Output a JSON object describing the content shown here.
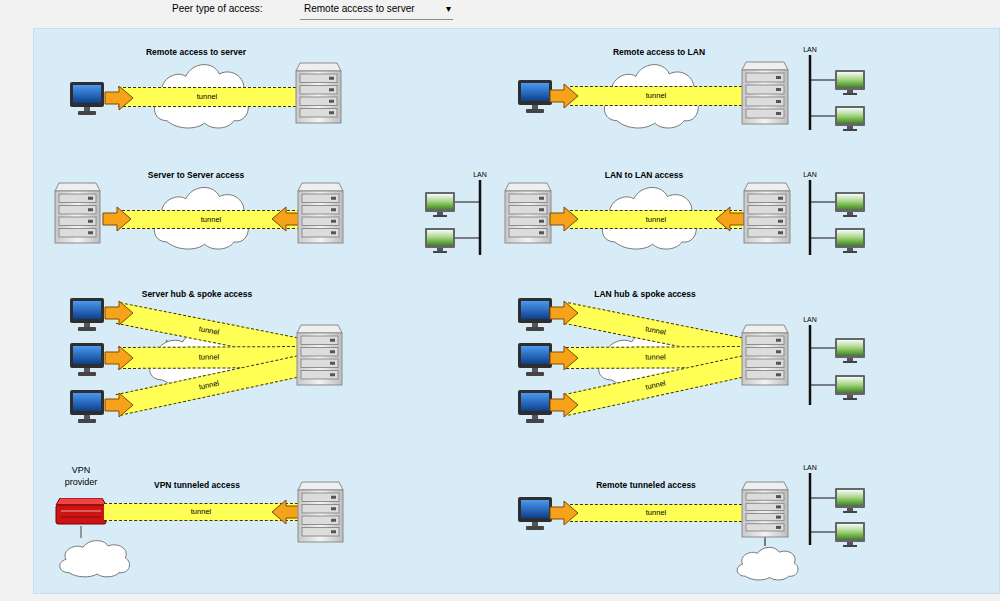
{
  "diagram": {
    "nodes": [
      {
        "text": [
          "Remote access to server",
          "▾"
        ]
      },
      {
        "text": [
          "Internet"
        ]
      },
      {
        "text": [
          "tunnel"
        ]
      },
      {
        "text": [
          "Internet"
        ]
      },
      {
        "text": [
          "tunnel"
        ]
      },
      {
        "text": [
          "Internet"
        ]
      },
      {
        "text": [
          "tunnel"
        ]
      },
      {
        "text": [
          "Internet"
        ]
      },
      {
        "text": [
          "tunnel"
        ]
      },
      {
        "text": [
          "Internet"
        ]
      },
      {
        "text": [
          "tunnel"
        ]
      },
      {
        "text": [
          "tunnel"
        ]
      },
      {
        "text": [
          "tunnel"
        ]
      },
      {
        "text": [
          "Internet"
        ]
      },
      {
        "text": [
          "tunnel"
        ]
      },
      {
        "text": [
          "tunnel"
        ]
      },
      {
        "text": [
          "tunnel"
        ]
      },
      {
        "text": [
          "VPN provider"
        ]
      },
      {
        "text": [
          "tunnel"
        ]
      },
      {
        "text": [
          "Internet"
        ]
      },
      {
        "text": [
          "tunnel"
        ]
      },
      {
        "text": [
          "Internet"
        ]
      }
    ],
    "edges": [
      {
        "from": 17,
        "to": 19,
        "arrow": "none"
      }
    ],
    "labels": [
      "Peer type of access:",
      "Remote access to server",
      "Remote access to LAN",
      "LAN",
      "Server to Server access",
      "LAN",
      "LAN to LAN access",
      "LAN",
      "Server hub & spoke access",
      "LAN hub & spoke access",
      "LAN",
      "VPN tunneled access",
      "Remote tunneled access",
      "LAN"
    ]
  }
}
